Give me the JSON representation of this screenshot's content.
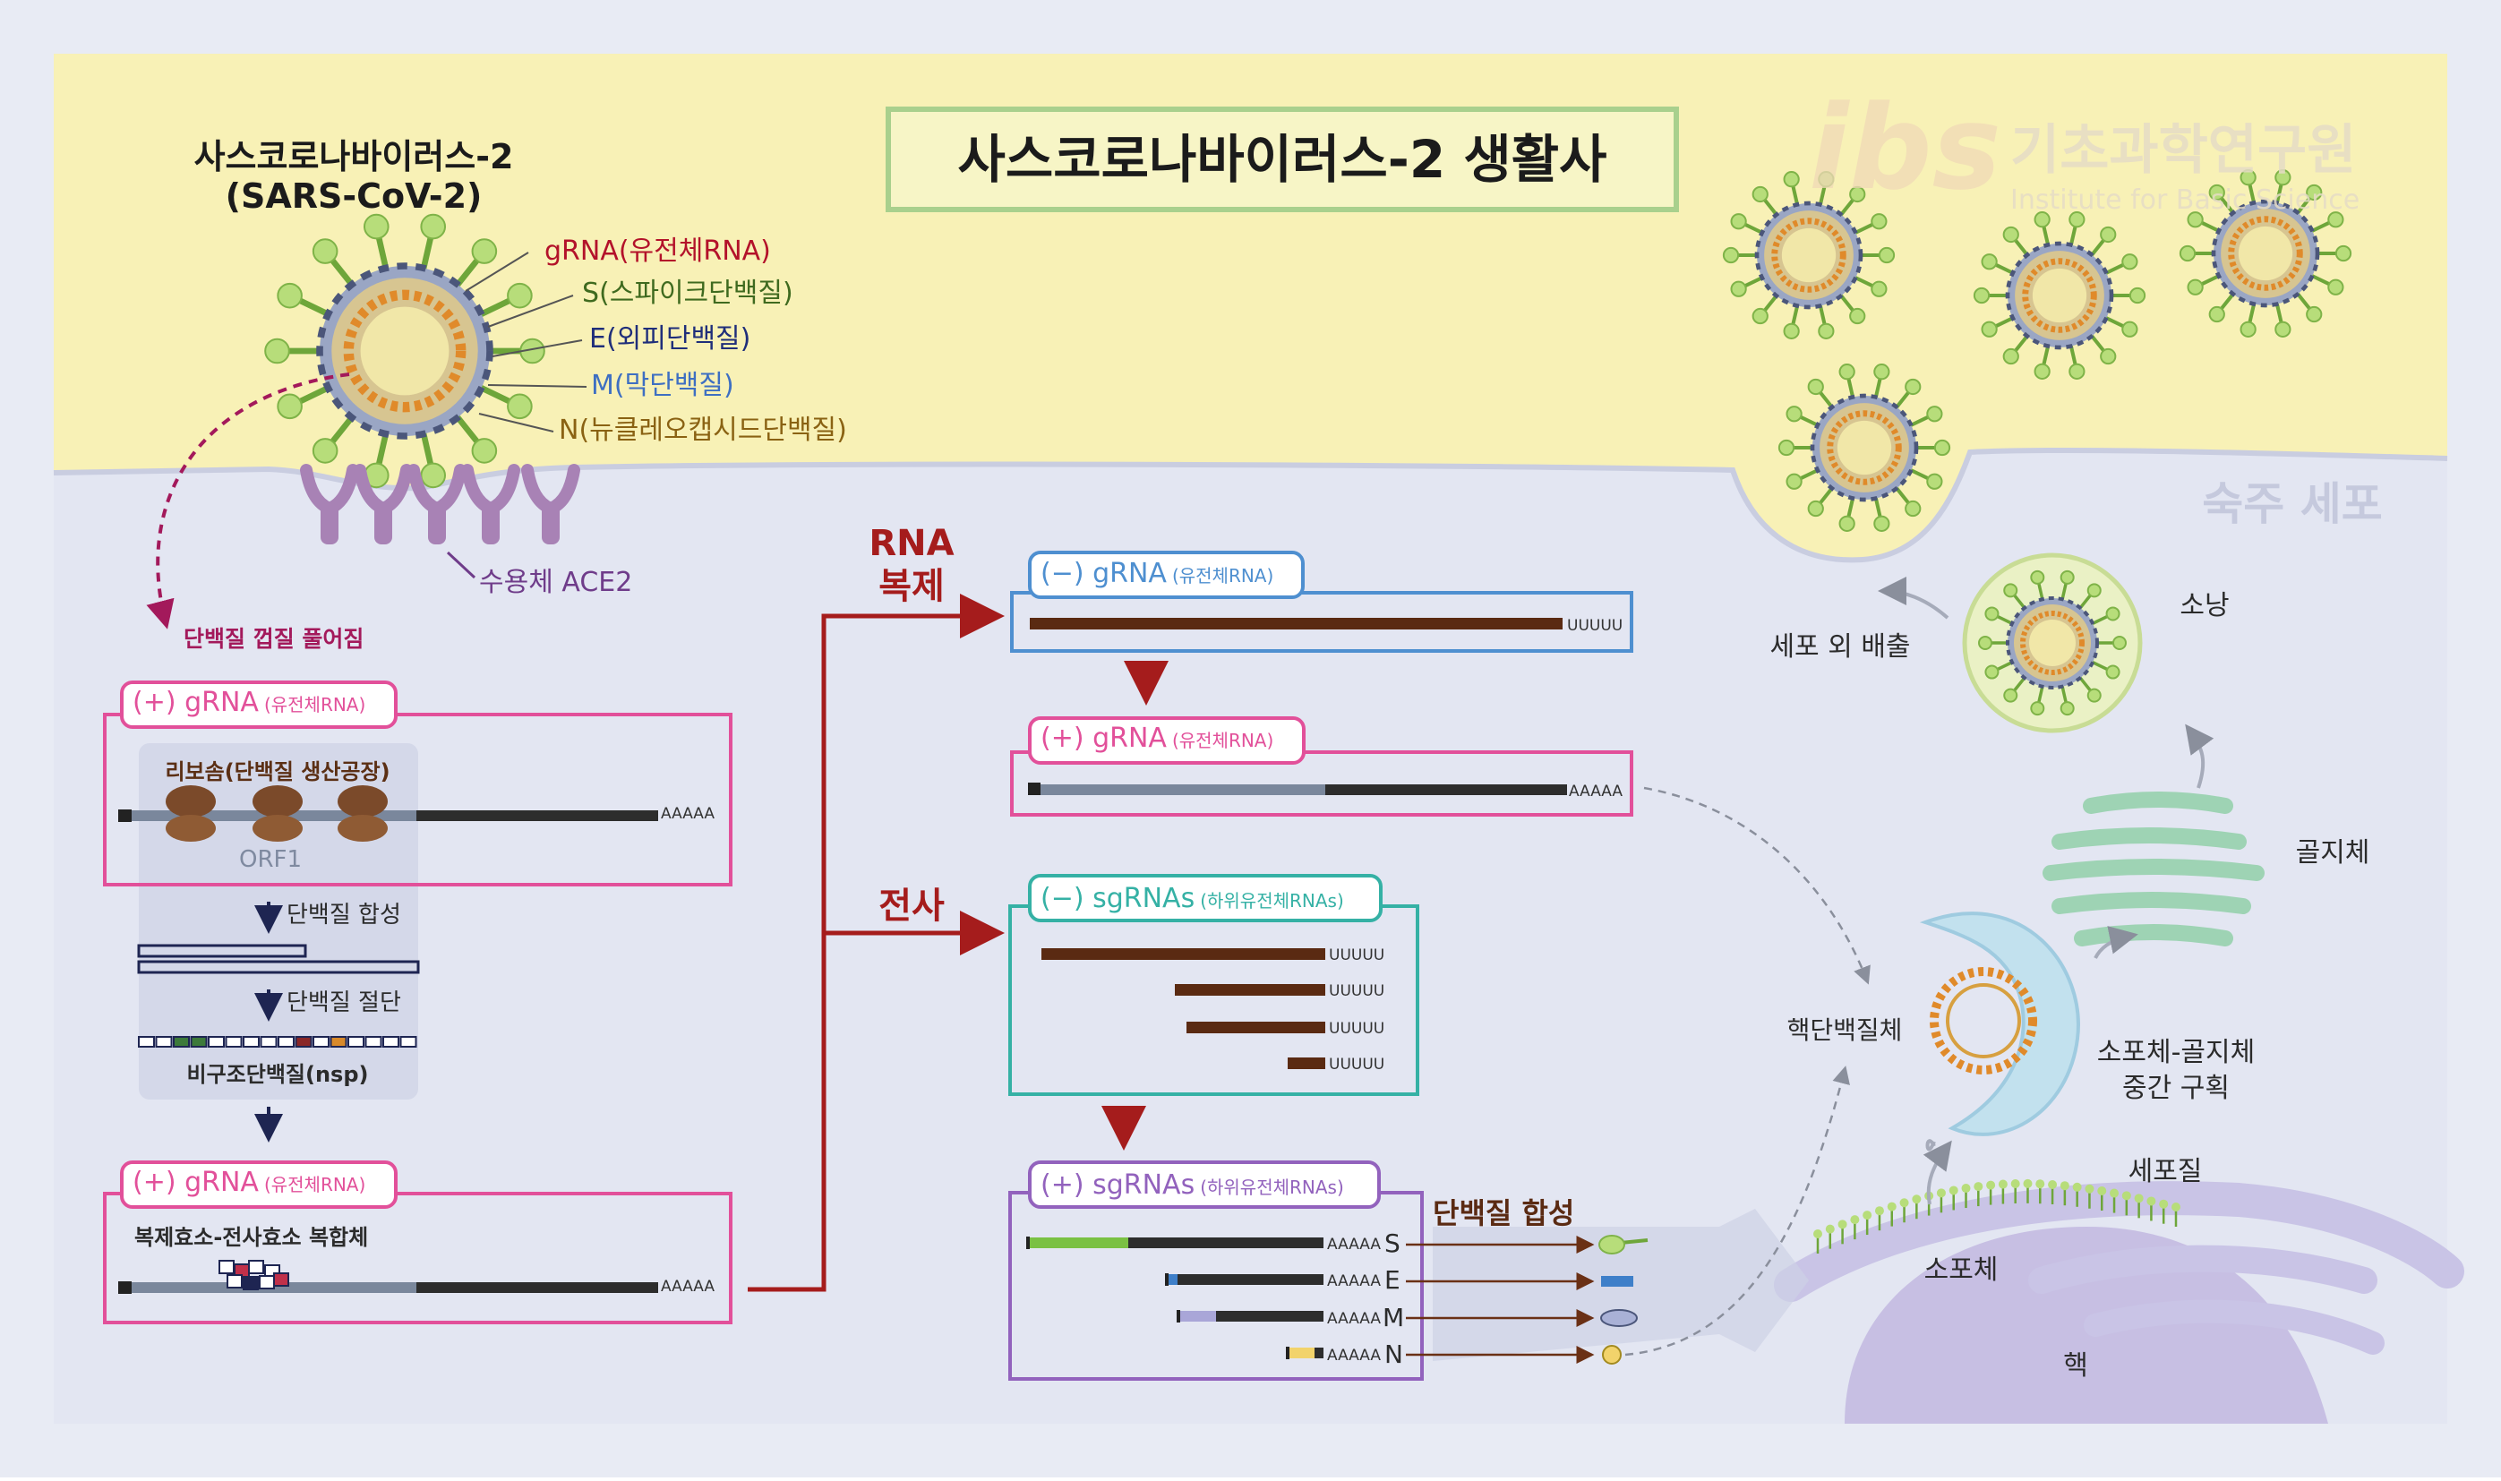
{
  "title": "사스코로나바이러스-2 생활사",
  "logo": {
    "mark": "ibs",
    "name": "기초과학연구원",
    "subtitle": "Institute for Basic Science"
  },
  "virus": {
    "name": "사스코로나바이러스-2",
    "name_en": "(SARS-CoV-2)",
    "labels": {
      "grna": "gRNA(유전체RNA)",
      "s": "S(스파이크단백질)",
      "e": "E(외피단백질)",
      "m": "M(막단백질)",
      "n": "N(뉴클레오캡시드단백질)"
    },
    "receptor": "수용체 ACE2"
  },
  "host_cell": "숙주 세포",
  "uncoating": "단백질 껍질 풀어짐",
  "box1": {
    "tag": "(+) gRNA",
    "tag_sub": "(유전체RNA)",
    "ribosome": "리보솜(단백질 생산공장)",
    "orf": "ORF1",
    "tail": "AAAAA"
  },
  "step_synthesis": "단백질 합성",
  "step_cleavage": "단백질 절단",
  "nsp": "비구조단백질(nsp)",
  "box2": {
    "tag": "(+) gRNA",
    "tag_sub": "(유전체RNA)",
    "complex": "복제효소-전사효소 복합체",
    "tail": "AAAAA"
  },
  "replication_label": [
    "RNA",
    "복제"
  ],
  "transcription_label": "전사",
  "box_neg_grna": {
    "tag": "(−) gRNA",
    "tag_sub": "(유전체RNA)",
    "tail": "UUUUU"
  },
  "box_pos_grna": {
    "tag": "(+) gRNA",
    "tag_sub": "(유전체RNA)",
    "tail": "AAAAA"
  },
  "box_neg_sg": {
    "tag": "(−) sgRNAs",
    "tag_sub": "(하위유전체RNAs)",
    "tails": [
      "UUUUU",
      "UUUUU",
      "UUUUU",
      "UUUUU"
    ]
  },
  "box_pos_sg": {
    "tag": "(+) sgRNAs",
    "tag_sub": "(하위유전체RNAs)",
    "rows": [
      {
        "tail": "AAAAA",
        "letter": "S"
      },
      {
        "tail": "AAAAA",
        "letter": "E"
      },
      {
        "tail": "AAAAA",
        "letter": "M"
      },
      {
        "tail": "AAAAA",
        "letter": "N"
      }
    ]
  },
  "protein_synthesis": "단백질 합성",
  "organelles": {
    "er": "소포체",
    "cytoplasm": "세포질",
    "nucleus": "핵",
    "nucleocapsid": "핵단백질체",
    "ergic": [
      "소포체-골지체",
      "중간 구획"
    ],
    "golgi": "골지체",
    "vesicle": "소낭",
    "exocytosis": "세포 외 배출"
  },
  "colors": {
    "yellow_bg": "#f8f1b6",
    "cell_bg": "#e3e6f2",
    "pink": "#e2509a",
    "blue": "#4e8fd0",
    "teal": "#35b1a5",
    "purple": "#9262bd",
    "red_arrow": "#a51c1c",
    "brown": "#5a2a12",
    "grey": "#7a879c",
    "dark": "#2d2d2d"
  }
}
